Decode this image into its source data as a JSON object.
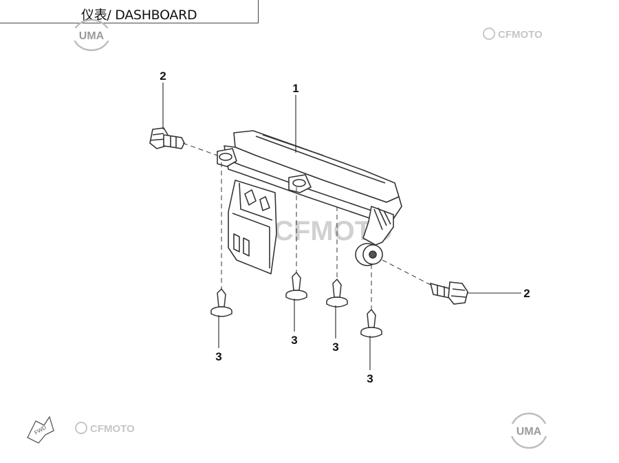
{
  "header": {
    "title": "仪表/ DASHBOARD"
  },
  "logos": {
    "uma_top": "UMA",
    "uma_bottom": "UMA",
    "cfmoto_top": "CFMOTO",
    "cfmoto_center": "CFMOTO",
    "cfmoto_bottom": "CFMOTO",
    "fwd": "FWD"
  },
  "callouts": {
    "part_1": "1",
    "part_2_left": "2",
    "part_2_right": "2",
    "part_3_a": "3",
    "part_3_b": "3",
    "part_3_c": "3",
    "part_3_d": "3"
  },
  "colors": {
    "line": "#333333",
    "watermark": "#c6c6c6",
    "logo": "#9a9a9a"
  }
}
